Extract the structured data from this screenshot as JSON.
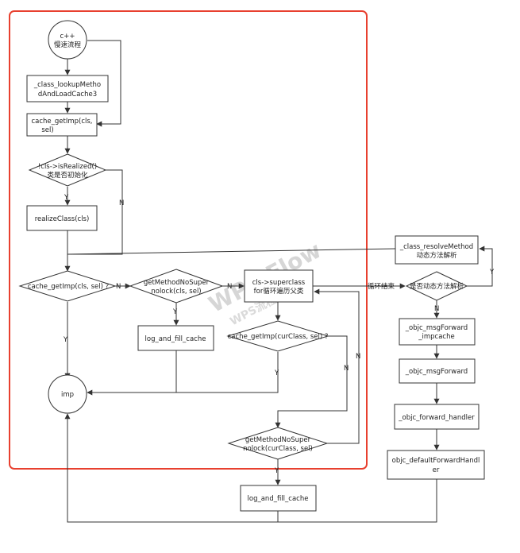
{
  "colors": {
    "highlight": "#e8402f",
    "stroke": "#333333",
    "watermark": "#cfcfcf"
  },
  "watermark": {
    "title": "WPS Flow",
    "subtitle": "WPS流程图助力"
  },
  "nodes": {
    "start": [
      "c++",
      "慢速流程"
    ],
    "class_lookup": [
      "_class_lookupMetho",
      "dAndLoadCache3"
    ],
    "cache_getimp_1": [
      "cache_getImp(cls,",
      "sel)"
    ],
    "is_realized": [
      "!cls->isRealized()",
      "类是否初始化"
    ],
    "realize_class": [
      "realizeClass(cls)"
    ],
    "cache_getimp_2": [
      "cache_getImp(cls, sel) ?"
    ],
    "get_method_no_super": [
      "getMethodNoSuper",
      "nolock(cls, sel)"
    ],
    "log_fill_cache_1": [
      "log_and_fill_cache"
    ],
    "superclass_loop": [
      "cls->superclass",
      "for循环遍历父类"
    ],
    "cache_getimp_cur": [
      "cache_getImp(curClass, sel) ?"
    ],
    "imp": [
      "imp"
    ],
    "get_method_cur": [
      "getMethodNoSuper",
      "nolock(curClass, sel)"
    ],
    "log_fill_cache_2": [
      "log_and_fill_cache"
    ],
    "resolve_method": [
      "_class_resolveMethod",
      "动态方法解析"
    ],
    "dynamic_check": [
      "是否动态方法解析"
    ],
    "msg_forward_impcache": [
      "_objc_msgForward",
      "_impcache"
    ],
    "msg_forward": [
      "_objc_msgForward"
    ],
    "forward_handler": [
      "_objc_forward_handler"
    ],
    "default_forward_handler": [
      "objc_defaultForwardHandl",
      "er"
    ]
  },
  "edge_labels": {
    "realized_n": "N",
    "realized_y": "Y",
    "cache2_n": "N",
    "cache2_y": "Y",
    "nosuper_n": "N",
    "nosuper_y": "Y",
    "loop_end": "循环结束",
    "dynamic_y": "Y",
    "dynamic_n": "N",
    "curcache_y": "Y",
    "curcache_n": "N",
    "curmethod_n": "N",
    "curmethod_y": "Y"
  }
}
